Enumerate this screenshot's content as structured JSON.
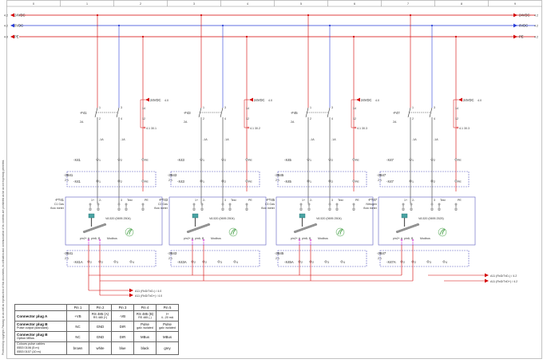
{
  "grid": {
    "columns": [
      "0",
      "1",
      "2",
      "3",
      "4",
      "5",
      "6",
      "7",
      "8",
      "9"
    ]
  },
  "rails": [
    {
      "ref_left": "4.2",
      "label": "24VDC",
      "ref_right": "4.2",
      "label_right": "24VDC",
      "color": "#d40000"
    },
    {
      "ref_left": "4.2",
      "label": "0VDC",
      "ref_right": "4.2",
      "label_right": "0VDC",
      "color": "#2a3fd8"
    },
    {
      "ref_left": "4.0",
      "label": "PE",
      "ref_right": "4.2",
      "label_right": "PE",
      "color": "#d40000"
    }
  ],
  "groups": [
    {
      "breaker_id": "-F41",
      "breaker_rating": "2A",
      "terminal_id": "-X41",
      "supply_label": "24VDC",
      "supply_ref": "4.0",
      "out_ref": "4.1 30.1",
      "junction_id": "-3B41",
      "junction_sub": "2.1",
      "terminal2": "-X41",
      "device_id": "-FT41",
      "device_line1": "C1 Gas",
      "device_line2": "flow meter",
      "model": "VA 520 (0695 2504)",
      "bottom_id": "-3B41",
      "bottom_sub": "2.1",
      "plug_id": "-X41A",
      "modbus": "Modbus",
      "pins_a": "pin2+ A",
      "pins_b": "pin6- B"
    },
    {
      "breaker_id": "-F43",
      "breaker_rating": "2A",
      "terminal_id": "-X43",
      "supply_label": "24VDC",
      "supply_ref": "4.0",
      "out_ref": "4.1 30.2",
      "junction_id": "-3B43",
      "junction_sub": "2.1",
      "terminal2": "-X43",
      "device_id": "-FT43",
      "device_line1": "C2 Gas",
      "device_line2": "flow meter",
      "model": "VA 520 (0695 2504)",
      "bottom_id": "-3B43",
      "bottom_sub": "2.1",
      "plug_id": "-X43A",
      "modbus": "Modbus",
      "pins_a": "pin2+ A",
      "pins_b": "pin6- B"
    },
    {
      "breaker_id": "-F45",
      "breaker_rating": "2A",
      "terminal_id": "-X45",
      "supply_label": "24VDC",
      "supply_ref": "4.0",
      "out_ref": "4.1 30.3",
      "junction_id": "-3B45",
      "junction_sub": "2.1",
      "terminal2": "-X45",
      "device_id": "-FT45",
      "device_line1": "C3 Gas",
      "device_line2": "flow meter",
      "model": "VA 520 (0695 2504)",
      "bottom_id": "-3B45",
      "bottom_sub": "2.1",
      "plug_id": "-X45A",
      "modbus": "Modbus",
      "pins_a": "pin2+ A",
      "pins_b": "pin6- B"
    },
    {
      "breaker_id": "-F47",
      "breaker_rating": "2A",
      "terminal_id": "-X47",
      "supply_label": "24VDC",
      "supply_ref": "4.0",
      "out_ref": "4.1 30.3",
      "junction_id": "-3B47",
      "junction_sub": "2.1",
      "terminal2": "-X47",
      "device_id": "-FT47",
      "device_line1": "Nitrogen",
      "device_line2": "flow meter",
      "model": "VA 520 (0695 2525)",
      "bottom_id": "-3B47",
      "bottom_sub": "2.1",
      "plug_id": "-X47A",
      "modbus": "Modbus",
      "pins_a": "pin2+ A",
      "pins_b": "pin6- B"
    }
  ],
  "bus_labels": {
    "left_a": "A11 (RxD/TxD-) / 4.0",
    "left_b": "A11 (RxD/TxD+) / 4.0",
    "right_a": "A11 (RxD/TxD-) / 4.2",
    "right_b": "A11 (RxD/TxD+) / 4.2"
  },
  "pin_table": {
    "headers": [
      "",
      "Pin 1",
      "Pin 2",
      "Pin 3",
      "Pin 4",
      "Pin 5"
    ],
    "rows": [
      {
        "label": "Connector plug A",
        "sub": "",
        "cells": [
          "+VB",
          "RS 485 (A)\nRS 485 (+)",
          "-VB",
          "RS 485 (B)\nRS 485 (-)",
          "I+\n4...20 mA"
        ]
      },
      {
        "label": "Connector plug B",
        "sub": "Pulse output (standard)",
        "cells": [
          "NC",
          "GND",
          "DIR",
          "Pulse\ngalv. isolated",
          "Pulse\ngalv. isolated"
        ]
      },
      {
        "label": "Connector plug B",
        "sub": "Option MBus",
        "cells": [
          "NC",
          "GND",
          "DIR",
          "MBus",
          "MBus"
        ]
      },
      {
        "label": "",
        "sub": "Colours pulse cables\n0553 0106 (5 m)\n0553 0107 (10 m)",
        "cells": [
          "brown",
          "white",
          "blue",
          "black",
          "grey"
        ]
      }
    ]
  },
  "side_note": "Protected by copyright. Passing on as well as reproduction of this documents, its utilisation and communication of its contents are prohibited as far as not expressly permitted."
}
